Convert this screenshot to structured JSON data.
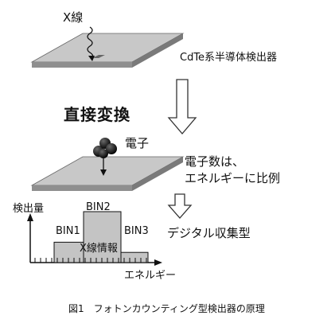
{
  "labels": {
    "xray": "X線",
    "detector": "CdTe系半導体検出器",
    "direct_conversion": "直接変換",
    "electron": "電子",
    "electron_count_line1": "電子数は、",
    "electron_count_line2": "エネルギーに比例",
    "counts_axis": "検出量",
    "bin1": "BIN1",
    "bin2": "BIN2",
    "bin3": "BIN3",
    "xray_info": "X線情報",
    "digital": "デジタル収集型",
    "energy_axis": "エネルギー",
    "caption": "図1　フォトンカウンティング型検出器の原理"
  },
  "colors": {
    "plate_top": "#c8c8c8",
    "plate_side": "#8f8f8f",
    "bar_fill": "#c4c4c4",
    "electron": "#111111"
  },
  "histogram": {
    "bins": [
      {
        "name": "BIN1",
        "level": 0.4
      },
      {
        "name": "BIN2",
        "level": 1.0
      },
      {
        "name": "BIN3",
        "level": 0.2
      }
    ]
  }
}
